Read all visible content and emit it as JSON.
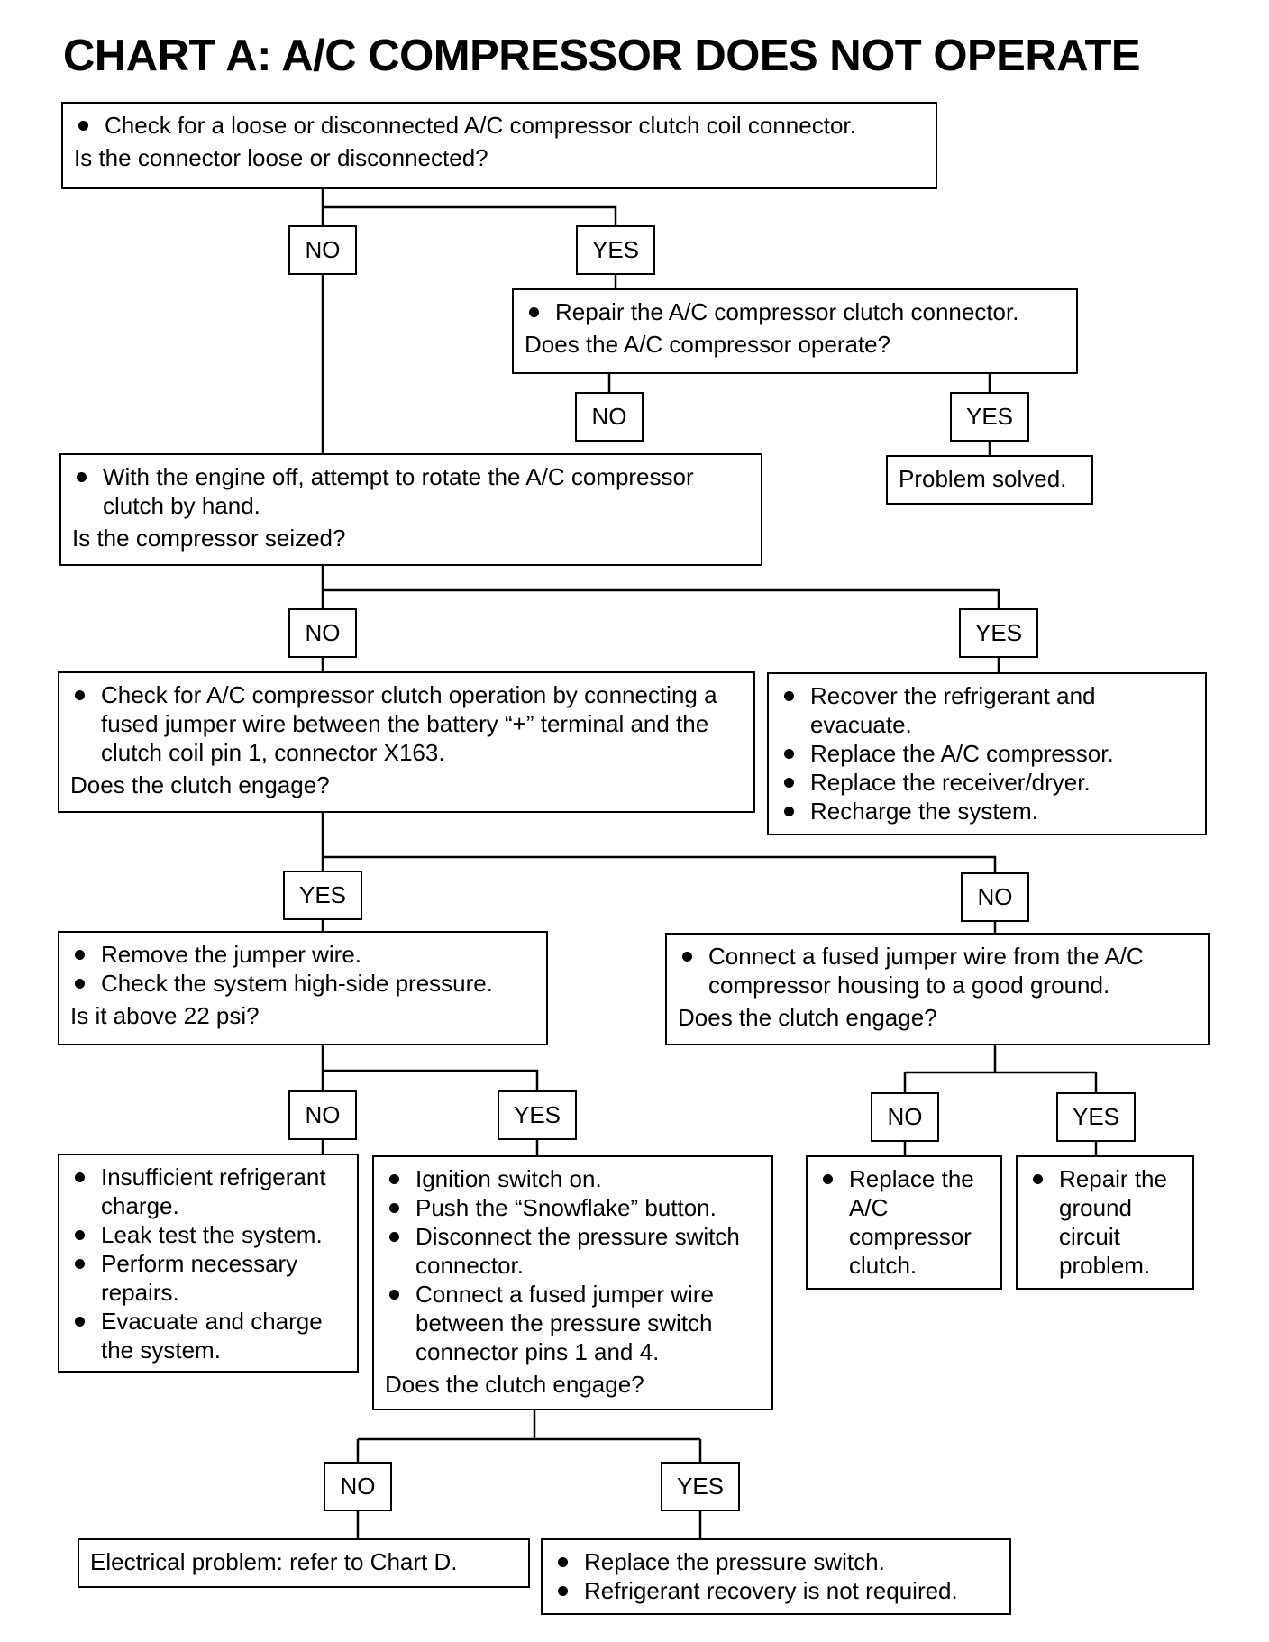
{
  "title": "CHART A: A/C COMPRESSOR DOES NOT OPERATE",
  "labels": {
    "no": "NO",
    "yes": "YES"
  },
  "steps": {
    "s1": {
      "bullets": [
        "Check for a loose or disconnected A/C compressor clutch coil connector."
      ],
      "question": "Is the connector loose or disconnected?"
    },
    "s2": {
      "bullets": [
        "Repair the A/C compressor clutch connector."
      ],
      "question": "Does the A/C compressor operate?"
    },
    "s3": {
      "text": "Problem solved."
    },
    "s4": {
      "bullets": [
        "With the engine off, attempt to rotate the A/C compressor clutch by hand."
      ],
      "question": "Is the compressor seized?"
    },
    "s5": {
      "bullets": [
        "Check for A/C compressor clutch operation by connecting a fused jumper wire between the battery “+” terminal and the clutch coil pin 1, connector X163."
      ],
      "question": "Does the clutch engage?"
    },
    "s6": {
      "bullets": [
        "Recover the refrigerant and evacuate.",
        "Replace the A/C compressor.",
        "Replace the receiver/dryer.",
        "Recharge the system."
      ]
    },
    "s7": {
      "bullets": [
        "Remove the jumper wire.",
        "Check the system high-side pressure."
      ],
      "question": "Is it above 22 psi?"
    },
    "s8": {
      "bullets": [
        "Connect a fused jumper wire from the A/C compressor housing to a good ground."
      ],
      "question": "Does the clutch engage?"
    },
    "s9": {
      "bullets": [
        "Insufficient refrigerant charge.",
        "Leak test the system.",
        "Perform necessary repairs.",
        "Evacuate and charge the system."
      ]
    },
    "s10": {
      "bullets": [
        "Ignition switch on.",
        "Push the “Snowflake” button.",
        "Disconnect the pressure switch connector.",
        "Connect a fused jumper wire between the pressure switch connector pins 1 and 4."
      ],
      "question": "Does the clutch engage?"
    },
    "s11": {
      "bullets": [
        "Replace the A/C compressor clutch."
      ]
    },
    "s12": {
      "bullets": [
        "Repair the ground circuit problem."
      ]
    },
    "s13": {
      "text": "Electrical problem: refer to Chart D."
    },
    "s14": {
      "bullets": [
        "Replace the pressure switch.",
        "Refrigerant recovery is not required."
      ]
    }
  }
}
